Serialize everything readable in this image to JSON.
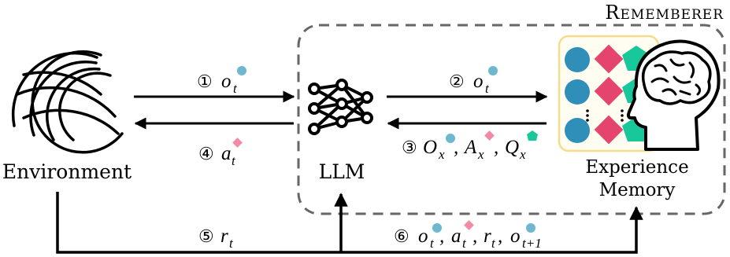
{
  "title": "Rememberer",
  "nodes": {
    "environment": "Environment",
    "llm": "LLM",
    "memory_line1": "Experience",
    "memory_line2": "Memory"
  },
  "edges": {
    "e1": {
      "num": "①",
      "main": "o",
      "sub": "t"
    },
    "e2": {
      "num": "②",
      "main": "o",
      "sub": "t"
    },
    "e3": {
      "num": "③",
      "parts": [
        {
          "main": "O",
          "sub": "x"
        },
        {
          "main": "A",
          "sub": "x"
        },
        {
          "main": "Q",
          "sub": "x"
        }
      ]
    },
    "e4": {
      "num": "④",
      "main": "a",
      "sub": "t"
    },
    "e5": {
      "num": "⑤",
      "main": "r",
      "sub": "t"
    },
    "e6": {
      "num": "⑥",
      "parts": [
        {
          "main": "o",
          "sub": "t"
        },
        {
          "main": "a",
          "sub": "t"
        },
        {
          "main": "r",
          "sub": "t"
        },
        {
          "main": "o",
          "sub": "t+1"
        }
      ]
    }
  },
  "colors": {
    "observation": "#2f8fb8",
    "observation_dot": "#6fb6d0",
    "action": "#e5446f",
    "action_dot": "#f28aa5",
    "q_value": "#18c79a",
    "memory_frame": "#f3dc8a",
    "memory_fill": "#fffdf2",
    "dashed_frame": "#666666"
  },
  "icons": {
    "environment": "globe-icon",
    "llm": "neural-network-icon",
    "memory": "brain-head-icon"
  }
}
